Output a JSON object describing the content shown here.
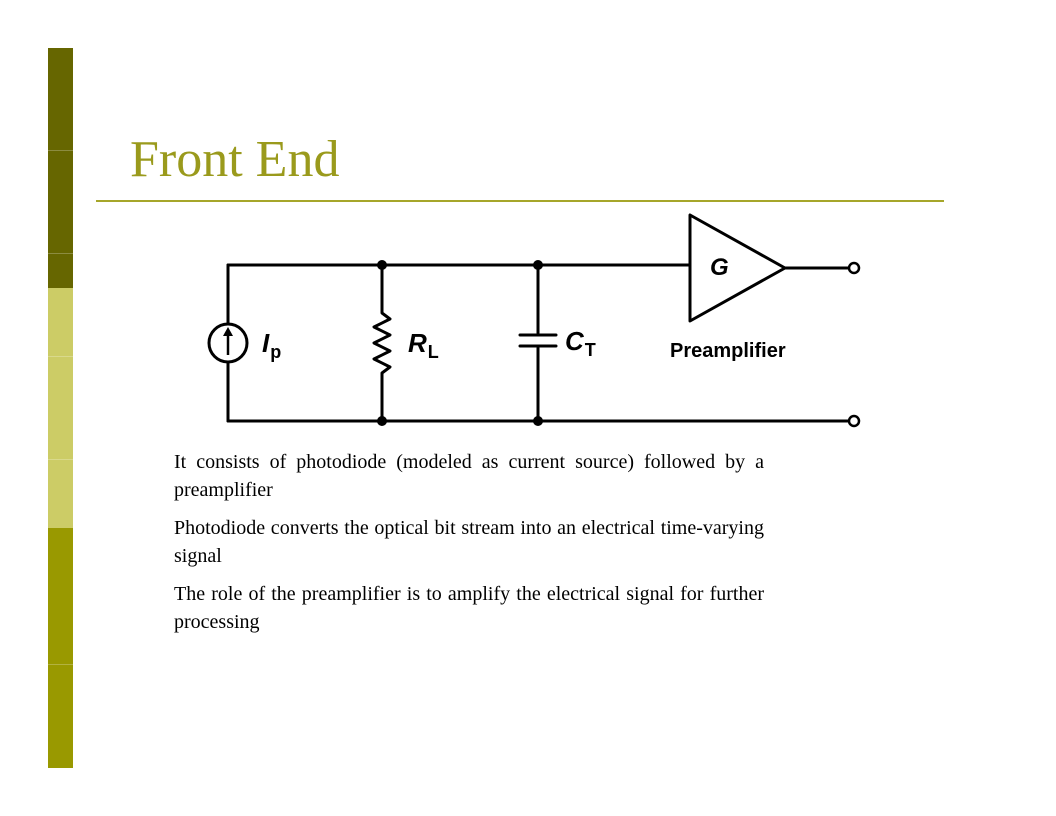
{
  "slide": {
    "title": "Front End",
    "colors": {
      "title": "#9a9a1c",
      "rule": "#a6a62a",
      "sidebar_dark": "#666600",
      "sidebar_light": "#cccc66",
      "sidebar_mid": "#999900"
    }
  },
  "diagram": {
    "source_label": "I",
    "source_sub": "p",
    "resistor_label": "R",
    "resistor_sub": "L",
    "capacitor_label": "C",
    "capacitor_sub": "T",
    "amplifier_label": "G",
    "amplifier_caption": "Preamplifier"
  },
  "bullets": [
    "It consists of photodiode (modeled as current source) followed by a preamplifier",
    "Photodiode converts the optical bit stream into an electrical time-varying signal",
    "The role of the preamplifier is to amplify the electrical signal for further processing"
  ]
}
